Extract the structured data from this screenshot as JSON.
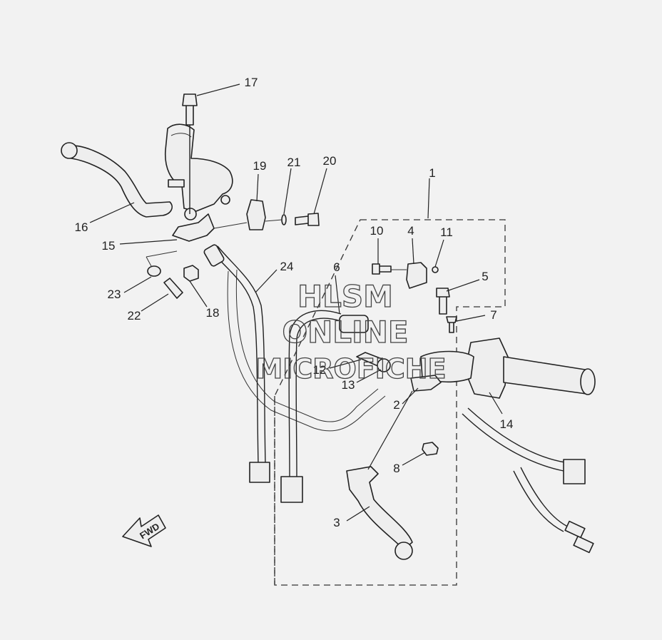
{
  "callouts": [
    "1",
    "2",
    "3",
    "4",
    "5",
    "6",
    "7",
    "8",
    "10",
    "11",
    "12",
    "13",
    "14",
    "15",
    "16",
    "17",
    "18",
    "19",
    "20",
    "21",
    "22",
    "23",
    "24"
  ],
  "fwd_label": "FWD",
  "watermark": [
    "HLSM",
    "ONLINE",
    "MICROFICHE"
  ],
  "colors": {
    "background": "#f2f2f2",
    "line": "#222222",
    "part_fill": "#eeeeee"
  }
}
